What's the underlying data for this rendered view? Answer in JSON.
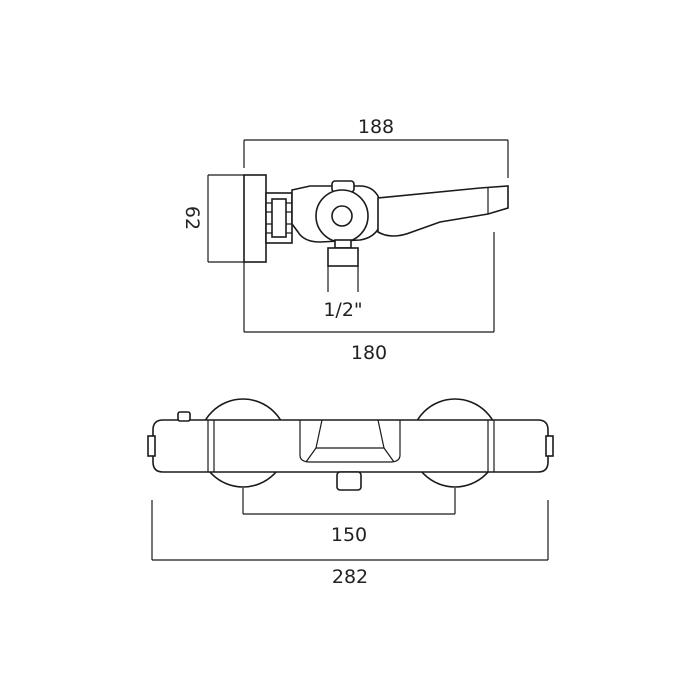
{
  "drawing": {
    "side_view": {
      "dim_width_top": "188",
      "dim_height": "62",
      "dim_inlet": "1/2\"",
      "dim_width_bottom": "180"
    },
    "front_view": {
      "dim_centres": "150",
      "dim_overall": "282"
    }
  },
  "colors": {
    "line": "#1a1a1a",
    "background": "#ffffff"
  }
}
